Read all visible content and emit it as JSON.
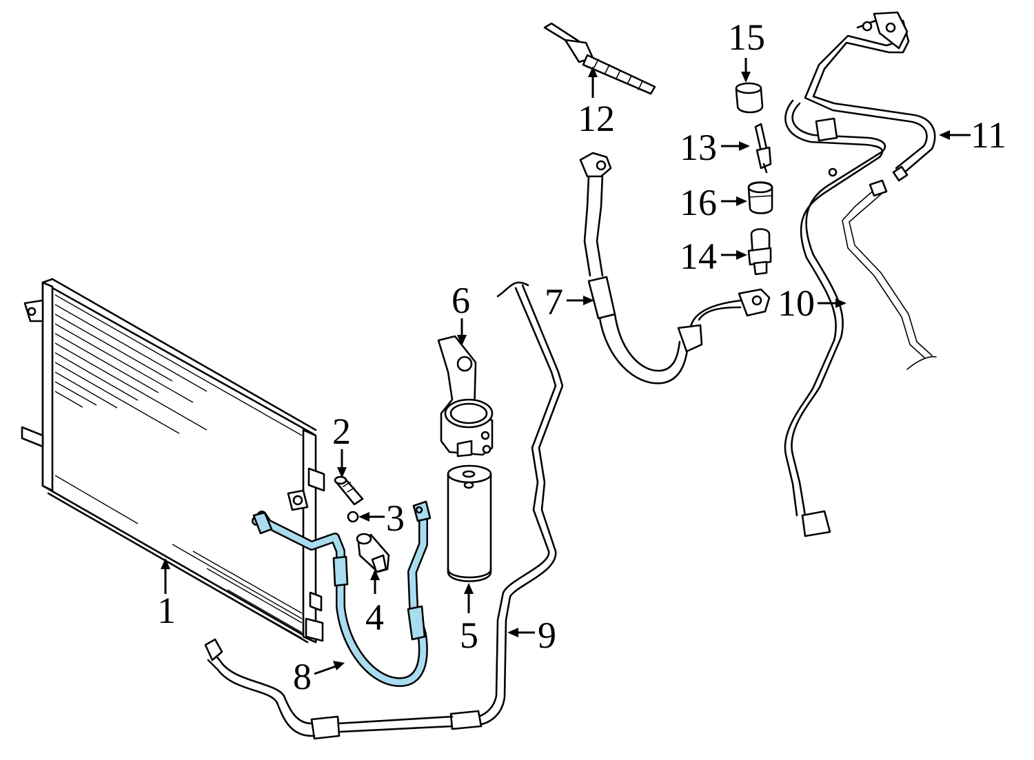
{
  "diagram": {
    "highlight_color": "#a9dcef",
    "line_color": "#000000",
    "background": "#ffffff",
    "callouts": [
      {
        "id": "1",
        "label": "1"
      },
      {
        "id": "2",
        "label": "2"
      },
      {
        "id": "3",
        "label": "3"
      },
      {
        "id": "4",
        "label": "4"
      },
      {
        "id": "5",
        "label": "5"
      },
      {
        "id": "6",
        "label": "6"
      },
      {
        "id": "7",
        "label": "7"
      },
      {
        "id": "8",
        "label": "8"
      },
      {
        "id": "9",
        "label": "9"
      },
      {
        "id": "10",
        "label": "10"
      },
      {
        "id": "11",
        "label": "11"
      },
      {
        "id": "12",
        "label": "12"
      },
      {
        "id": "13",
        "label": "13"
      },
      {
        "id": "14",
        "label": "14"
      },
      {
        "id": "15",
        "label": "15"
      },
      {
        "id": "16",
        "label": "16"
      }
    ],
    "highlighted_part": "8"
  }
}
